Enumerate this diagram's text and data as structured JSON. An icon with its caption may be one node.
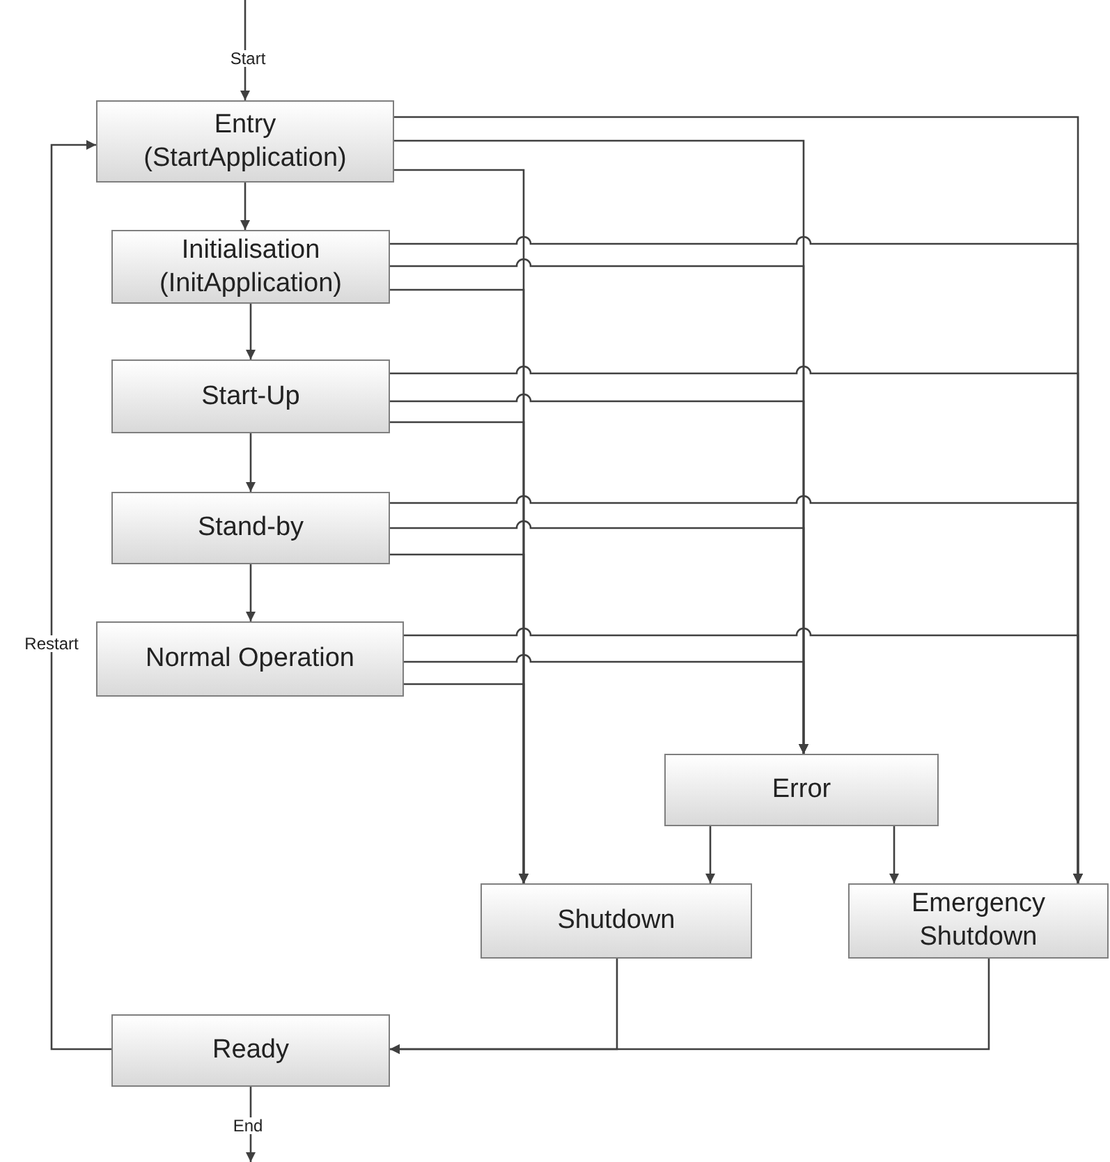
{
  "diagram": {
    "nodes": [
      {
        "text": [
          "Entry",
          "(StartApplication)"
        ]
      },
      {
        "text": [
          "Initialisation",
          "(InitApplication)"
        ]
      },
      {
        "text": [
          "Start-Up"
        ]
      },
      {
        "text": [
          "Stand-by"
        ]
      },
      {
        "text": [
          "Normal Operation"
        ]
      },
      {
        "text": [
          "Error"
        ]
      },
      {
        "text": [
          "Shutdown"
        ]
      },
      {
        "text": [
          "Emergency Shutdown"
        ]
      },
      {
        "text": [
          "Ready"
        ]
      }
    ],
    "edges": [
      {
        "from": null,
        "to": 0,
        "arrow": "to",
        "label": "Start"
      },
      {
        "from": 0,
        "to": 1,
        "arrow": "to"
      },
      {
        "from": 1,
        "to": 2,
        "arrow": "to"
      },
      {
        "from": 2,
        "to": 3,
        "arrow": "to"
      },
      {
        "from": 3,
        "to": 4,
        "arrow": "to"
      },
      {
        "from": 0,
        "to": 7,
        "arrow": "to"
      },
      {
        "from": 0,
        "to": 5,
        "arrow": "to"
      },
      {
        "from": 0,
        "to": 6,
        "arrow": "to"
      },
      {
        "from": 1,
        "to": 7,
        "arrow": "to"
      },
      {
        "from": 1,
        "to": 5,
        "arrow": "to"
      },
      {
        "from": 1,
        "to": 6,
        "arrow": "to"
      },
      {
        "from": 2,
        "to": 7,
        "arrow": "to"
      },
      {
        "from": 2,
        "to": 5,
        "arrow": "to"
      },
      {
        "from": 2,
        "to": 6,
        "arrow": "to"
      },
      {
        "from": 3,
        "to": 7,
        "arrow": "to"
      },
      {
        "from": 3,
        "to": 5,
        "arrow": "to"
      },
      {
        "from": 3,
        "to": 6,
        "arrow": "to"
      },
      {
        "from": 4,
        "to": 7,
        "arrow": "to"
      },
      {
        "from": 4,
        "to": 5,
        "arrow": "to"
      },
      {
        "from": 4,
        "to": 6,
        "arrow": "to"
      },
      {
        "from": 5,
        "to": 6,
        "arrow": "to"
      },
      {
        "from": 5,
        "to": 7,
        "arrow": "to"
      },
      {
        "from": 6,
        "to": 8,
        "arrow": "to"
      },
      {
        "from": 7,
        "to": 8,
        "arrow": "to"
      },
      {
        "from": 8,
        "to": 0,
        "arrow": "to",
        "label": "Restart"
      },
      {
        "from": 8,
        "to": null,
        "arrow": "to",
        "label": "End"
      }
    ]
  }
}
